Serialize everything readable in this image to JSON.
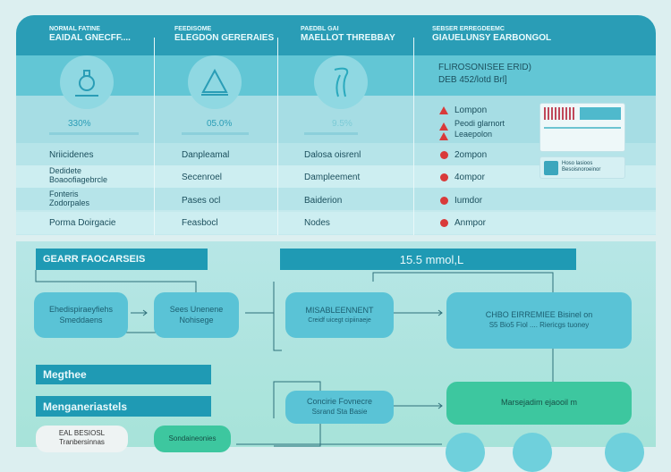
{
  "columns": [
    {
      "small": "NORMAL FATINE",
      "title": "EAIDAL GNECFF....",
      "percent": "330%",
      "icon": "flask-icon",
      "rows": [
        "Nriicidenes",
        "Dedidete Boaoofiagebrcle",
        "Fonteris Zodorpales",
        "Porma Doirgacie"
      ]
    },
    {
      "small": "FEEDISOME",
      "title": "ELEGDON GERERAIES",
      "percent": "05.0%",
      "icon": "warning-triangle-icon",
      "rows": [
        "Danpleamal",
        "Secenroel",
        "Pases ocl",
        "Feasbocl"
      ]
    },
    {
      "small": "PAEDBL GAI",
      "title": "MAELLOT THREBBAY",
      "percent": "9.5%",
      "icon": "body-figure-icon",
      "rows": [
        "Dalosa oisrenl",
        "Dampleement",
        "Baiderion",
        "Nodes"
      ]
    },
    {
      "small": "SEBSER ERREGDEEMC",
      "title": "GIAUELUNSY EARBONGOL",
      "info": [
        "FLIROSONISEE ERID)",
        "DEB 452/lotd Brl]"
      ],
      "alerts": [
        "Lompon",
        "Peodi glarnort",
        "Leaepolon",
        "2ompon",
        "4ompor",
        "Iumdor",
        "Anmpor"
      ],
      "card_text": "Hoso lasioos Besoisnoroeinor"
    }
  ],
  "flow": {
    "bar1": "GEARR FAOCARSEIS",
    "bar2": "15.5 mmol,L",
    "bar3": "Megthee",
    "bar4": "Menganeriastels",
    "box1": [
      "Ehedispiraeyfiehs",
      "Smeddaens"
    ],
    "box2": [
      "Sees Unenene",
      "Nohisege"
    ],
    "box3": [
      "MISABLEENNENT",
      "Creidf uicegt cipiinaeje"
    ],
    "box4": [
      "CHBO EIRREMIEE Bisinel on",
      "S5 Bio5 Fiol  ....  Riericgs tuoney"
    ],
    "box5": [
      "Concirie Fovnecre",
      "Ssrand Sta Basie"
    ],
    "box6": "Marsejadim ejaooil m",
    "box7": [
      "EAL BESIOSL",
      "Tranbersinnas"
    ],
    "box8": "Sondaineonies"
  },
  "colors": {
    "header": "#2a9db6",
    "accent": "#5ac3d6",
    "green": "#3dc79f",
    "alert": "#d93a3a"
  }
}
